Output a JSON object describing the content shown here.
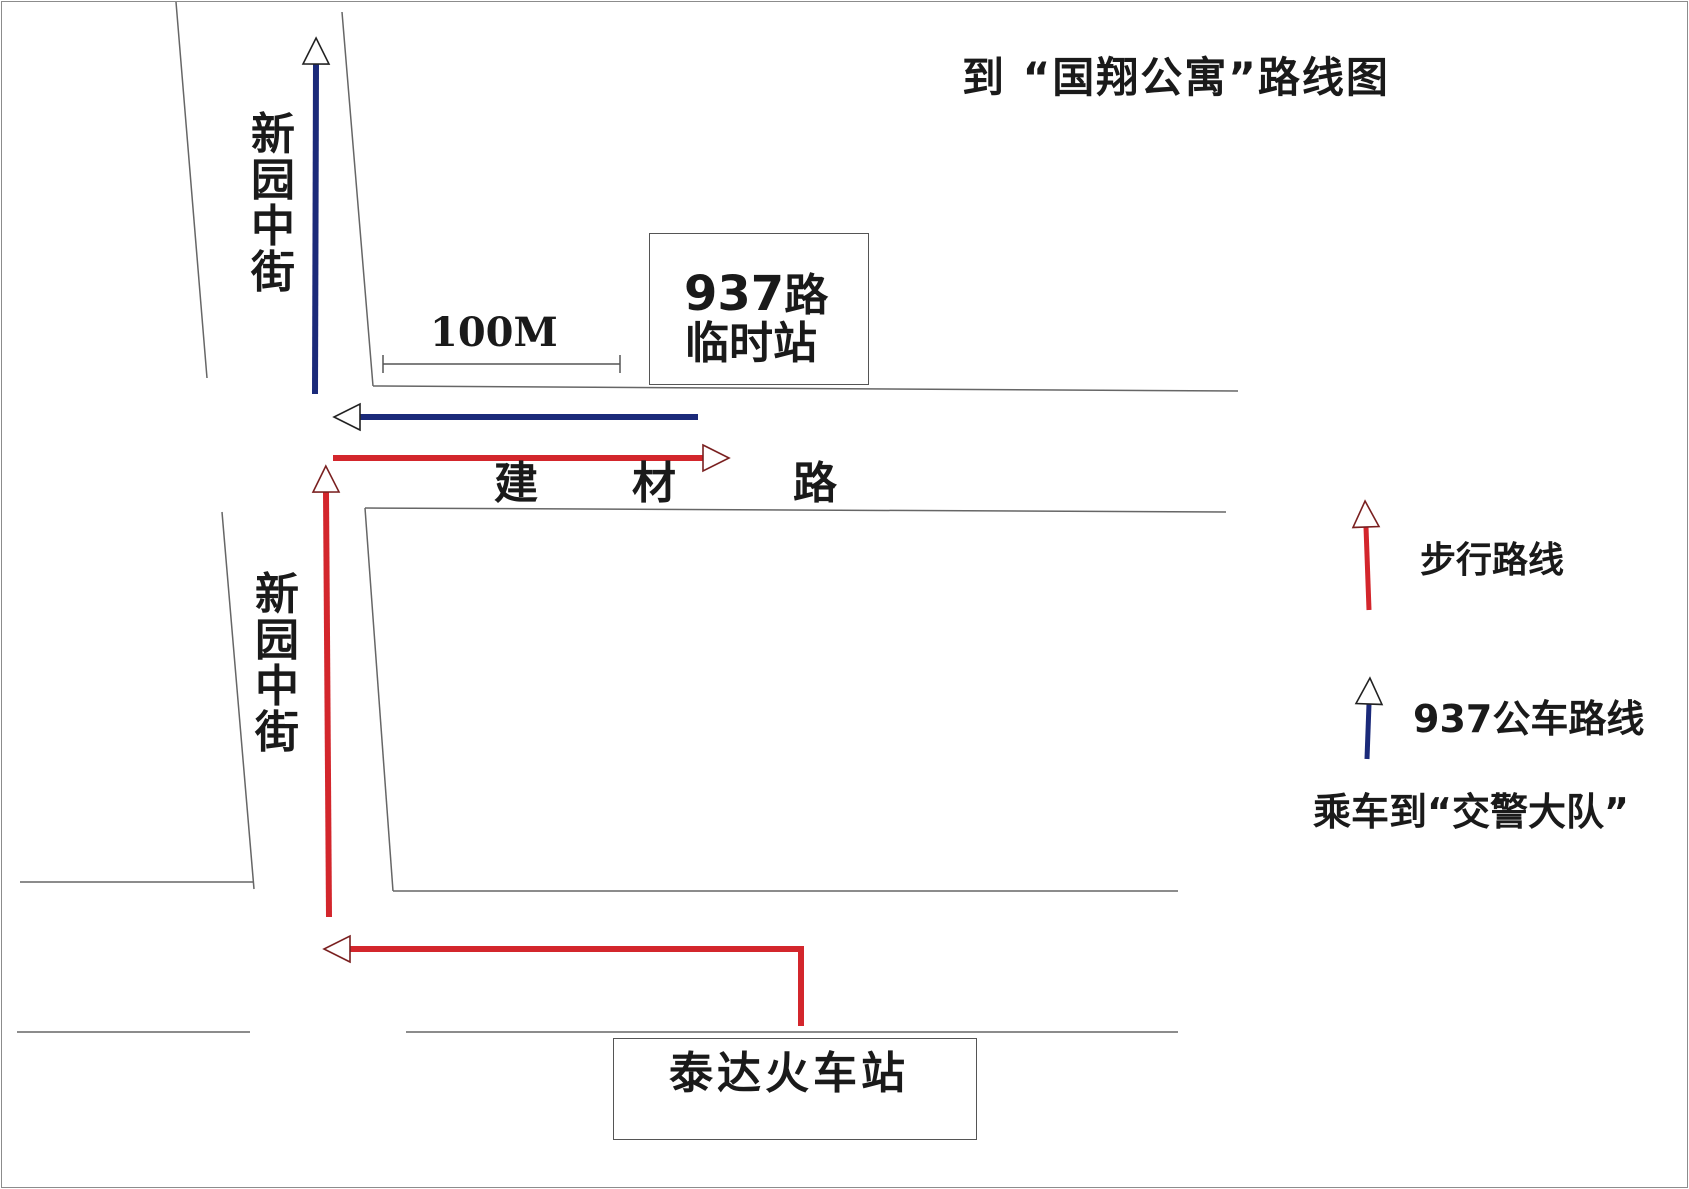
{
  "title": "到 “国翔公寓”路线图",
  "streets": {
    "north_vertical": "新园中街",
    "south_vertical": "新园中街",
    "horizontal_chars": [
      "建",
      "材",
      "路"
    ]
  },
  "scale_label": "100M",
  "bus_stop": {
    "route_number": "937",
    "route_suffix": "路",
    "line2": "临时站"
  },
  "origin_station": "泰达火车站",
  "legend": {
    "walk_label": "步行路线",
    "bus_label": "937公车路线",
    "note": "乘车到“交警大队”"
  },
  "colors": {
    "walk_route": "#d3262c",
    "bus_route": "#1b2a7a",
    "road_edge": "#666666"
  }
}
